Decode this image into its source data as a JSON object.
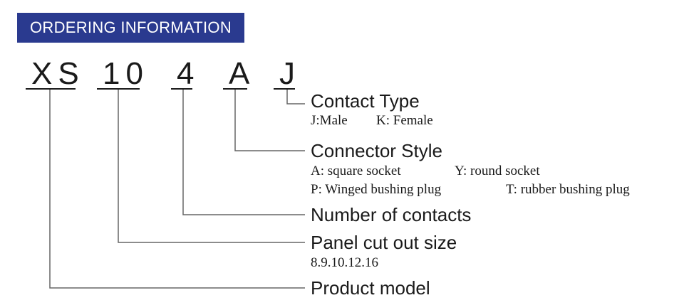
{
  "header": {
    "title": "ORDERING INFORMATION"
  },
  "code": {
    "seg1": "XS",
    "seg2": "10",
    "seg3": "4",
    "seg4": "A",
    "seg5": "J"
  },
  "fields": {
    "contact_type": {
      "label": "Contact Type",
      "opt1": "J:Male",
      "opt2": "K: Female"
    },
    "connector_style": {
      "label": "Connector Style",
      "opt1": "A: square socket",
      "opt2": "Y: round socket",
      "opt3": "P: Winged bushing plug",
      "opt4": "T: rubber bushing plug"
    },
    "number_of_contacts": {
      "label": "Number of contacts"
    },
    "panel_cut_out_size": {
      "label": "Panel cut out size",
      "opt1": "8.9.10.12.16"
    },
    "product_model": {
      "label": "Product model"
    }
  },
  "colors": {
    "banner_bg": "#2a3a8f",
    "banner_text": "#ffffff",
    "text": "#1a1a1a",
    "line": "#666666"
  }
}
